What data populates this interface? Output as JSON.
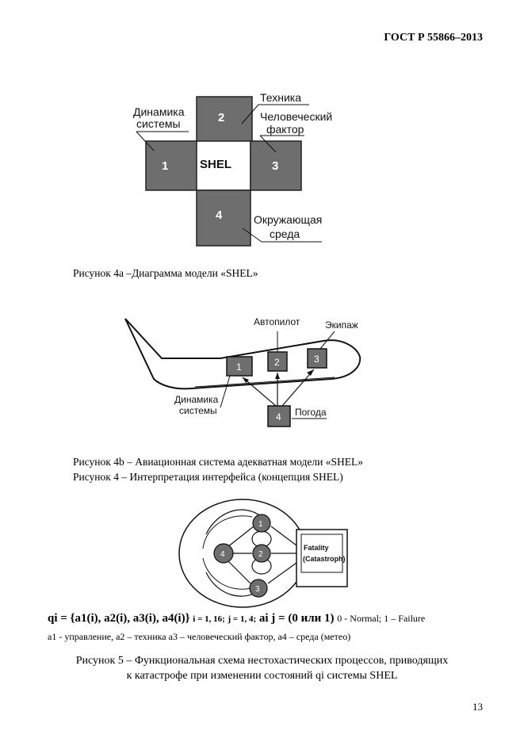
{
  "header": {
    "standard": "ГОСТ Р 55866–2013"
  },
  "figure4a": {
    "labels": {
      "dynamics_line1": "Динамика",
      "dynamics_line2": "системы",
      "technique": "Техника",
      "human_line1": "Человеческий",
      "human_line2": "фактор",
      "environment_line1": "Окружающая",
      "environment_line2": "среда"
    },
    "blocks": {
      "b1": "1",
      "b2": "2",
      "b3": "3",
      "b4": "4",
      "center": "SHEL"
    },
    "caption": "Рисунок 4а –Диаграмма модели «SHEL»"
  },
  "figure4b": {
    "labels": {
      "autopilot": "Автопилот",
      "crew": "Экипаж",
      "dynamics_line1": "Динамика",
      "dynamics_line2": "системы",
      "weather": "Погода"
    },
    "blocks": {
      "b1": "1",
      "b2": "2",
      "b3": "3",
      "b4": "4"
    },
    "caption": "Рисунок 4b – Авиационная система адекватная модели «SHEL»",
    "caption2": "Рисунок 4 –  Интерпретация интерфейса (концепция SHEL)"
  },
  "figure5": {
    "nodes": {
      "n1": "1",
      "n2": "2",
      "n3": "3",
      "n4": "4"
    },
    "fatality_line1": "Fatality",
    "fatality_line2": "(Catastroph)",
    "caption_line1": "Рисунок 5 –  Функциональная схема нестохастических процессов, приводящих",
    "caption_line2": "к катастрофе при изменении состояний qi системы SHEL"
  },
  "formula": {
    "main": "qi = {a1(i), a2(i), a3(i), a4(i)}",
    "range_i": "i = 1, 16;",
    "range_j": "j = 1, 4;",
    "aij": "ai j = (0 или 1)",
    "normal": "0 - Normal; 1 – Failure"
  },
  "legend": {
    "a1": "a1 - управление,",
    "a2": "a2 – техника",
    "a3": "a3 – человеческий фактор,",
    "a4": "a4 – среда (метео)"
  },
  "page_number": "13"
}
